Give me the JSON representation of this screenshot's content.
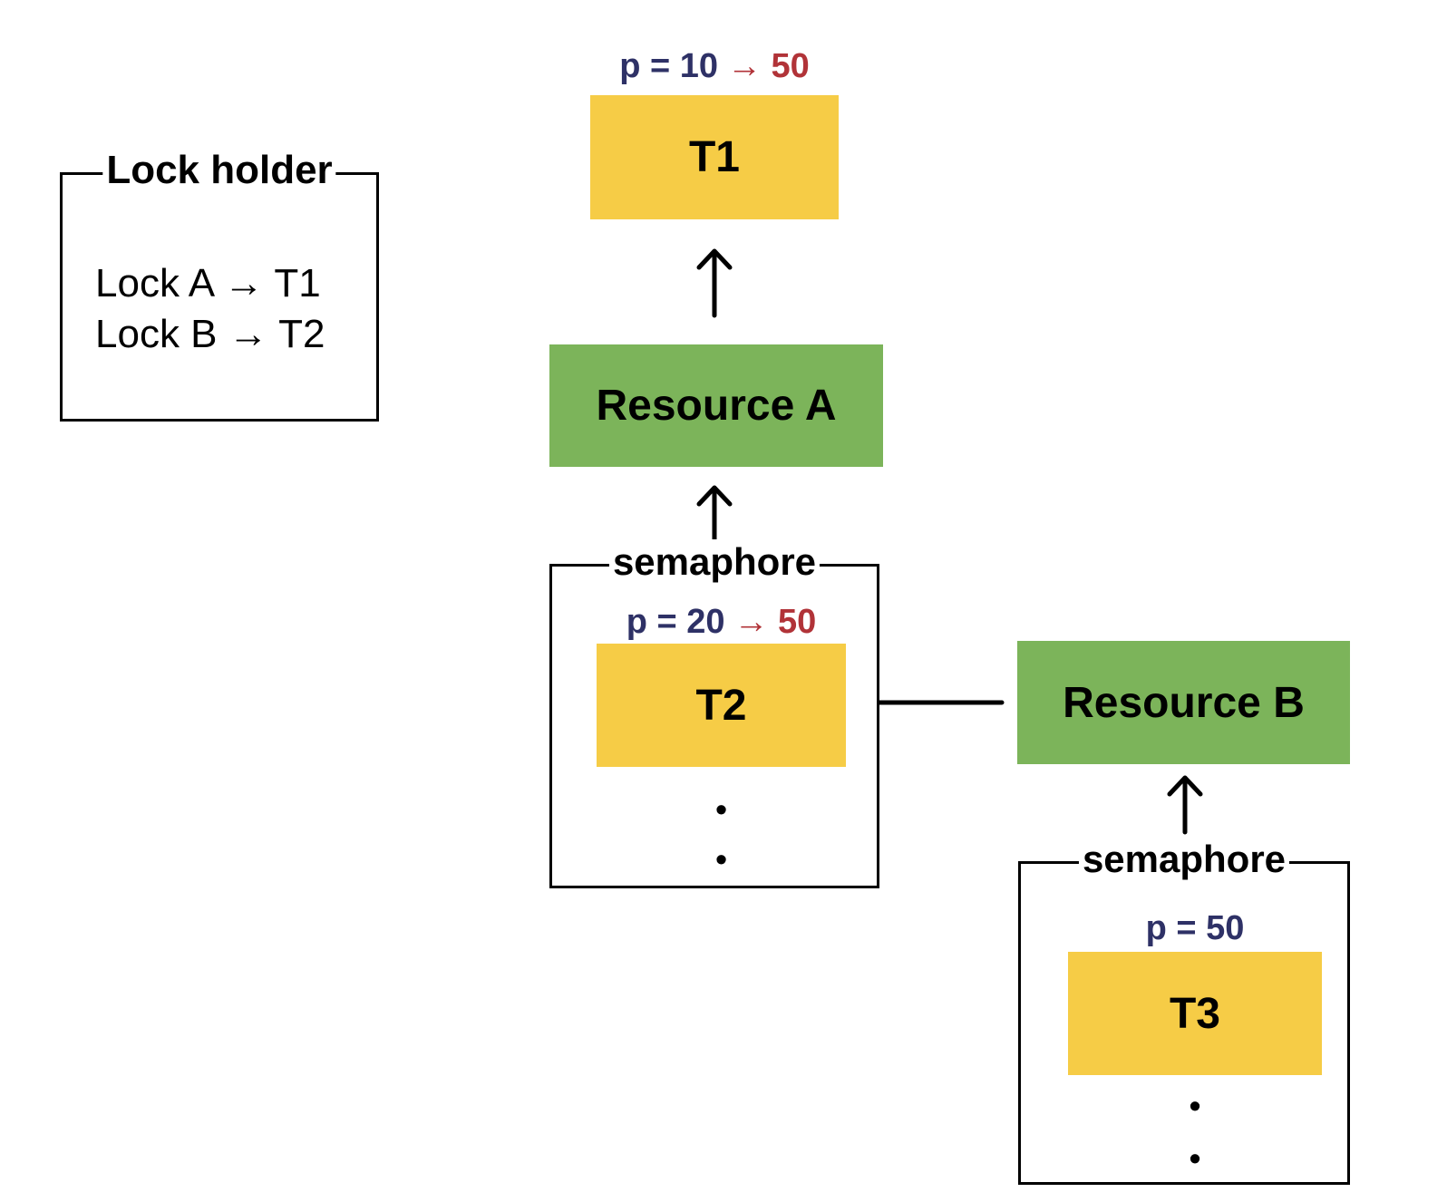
{
  "colors": {
    "task_fill": "#F6CC46",
    "resource_fill": "#7CB45A",
    "priority_base_color": "#2E3166",
    "priority_boost_color": "#B13338",
    "line_color": "#000000"
  },
  "lock_holder": {
    "title": "Lock holder",
    "entries": [
      "Lock A → T1",
      "Lock B → T2"
    ]
  },
  "task_t1": {
    "label": "T1",
    "priority_base": "p = 10",
    "priority_boost": "→ 50"
  },
  "resource_a": {
    "label": "Resource A"
  },
  "semaphore_a": {
    "title": "semaphore",
    "task": {
      "label": "T2",
      "priority_base": "p = 20",
      "priority_boost": "→ 50"
    },
    "dots": [
      "•",
      "•"
    ]
  },
  "resource_b": {
    "label": "Resource B"
  },
  "semaphore_b": {
    "title": "semaphore",
    "task": {
      "label": "T3",
      "priority_base": "p = 50"
    },
    "dots": [
      "•",
      "•"
    ]
  }
}
